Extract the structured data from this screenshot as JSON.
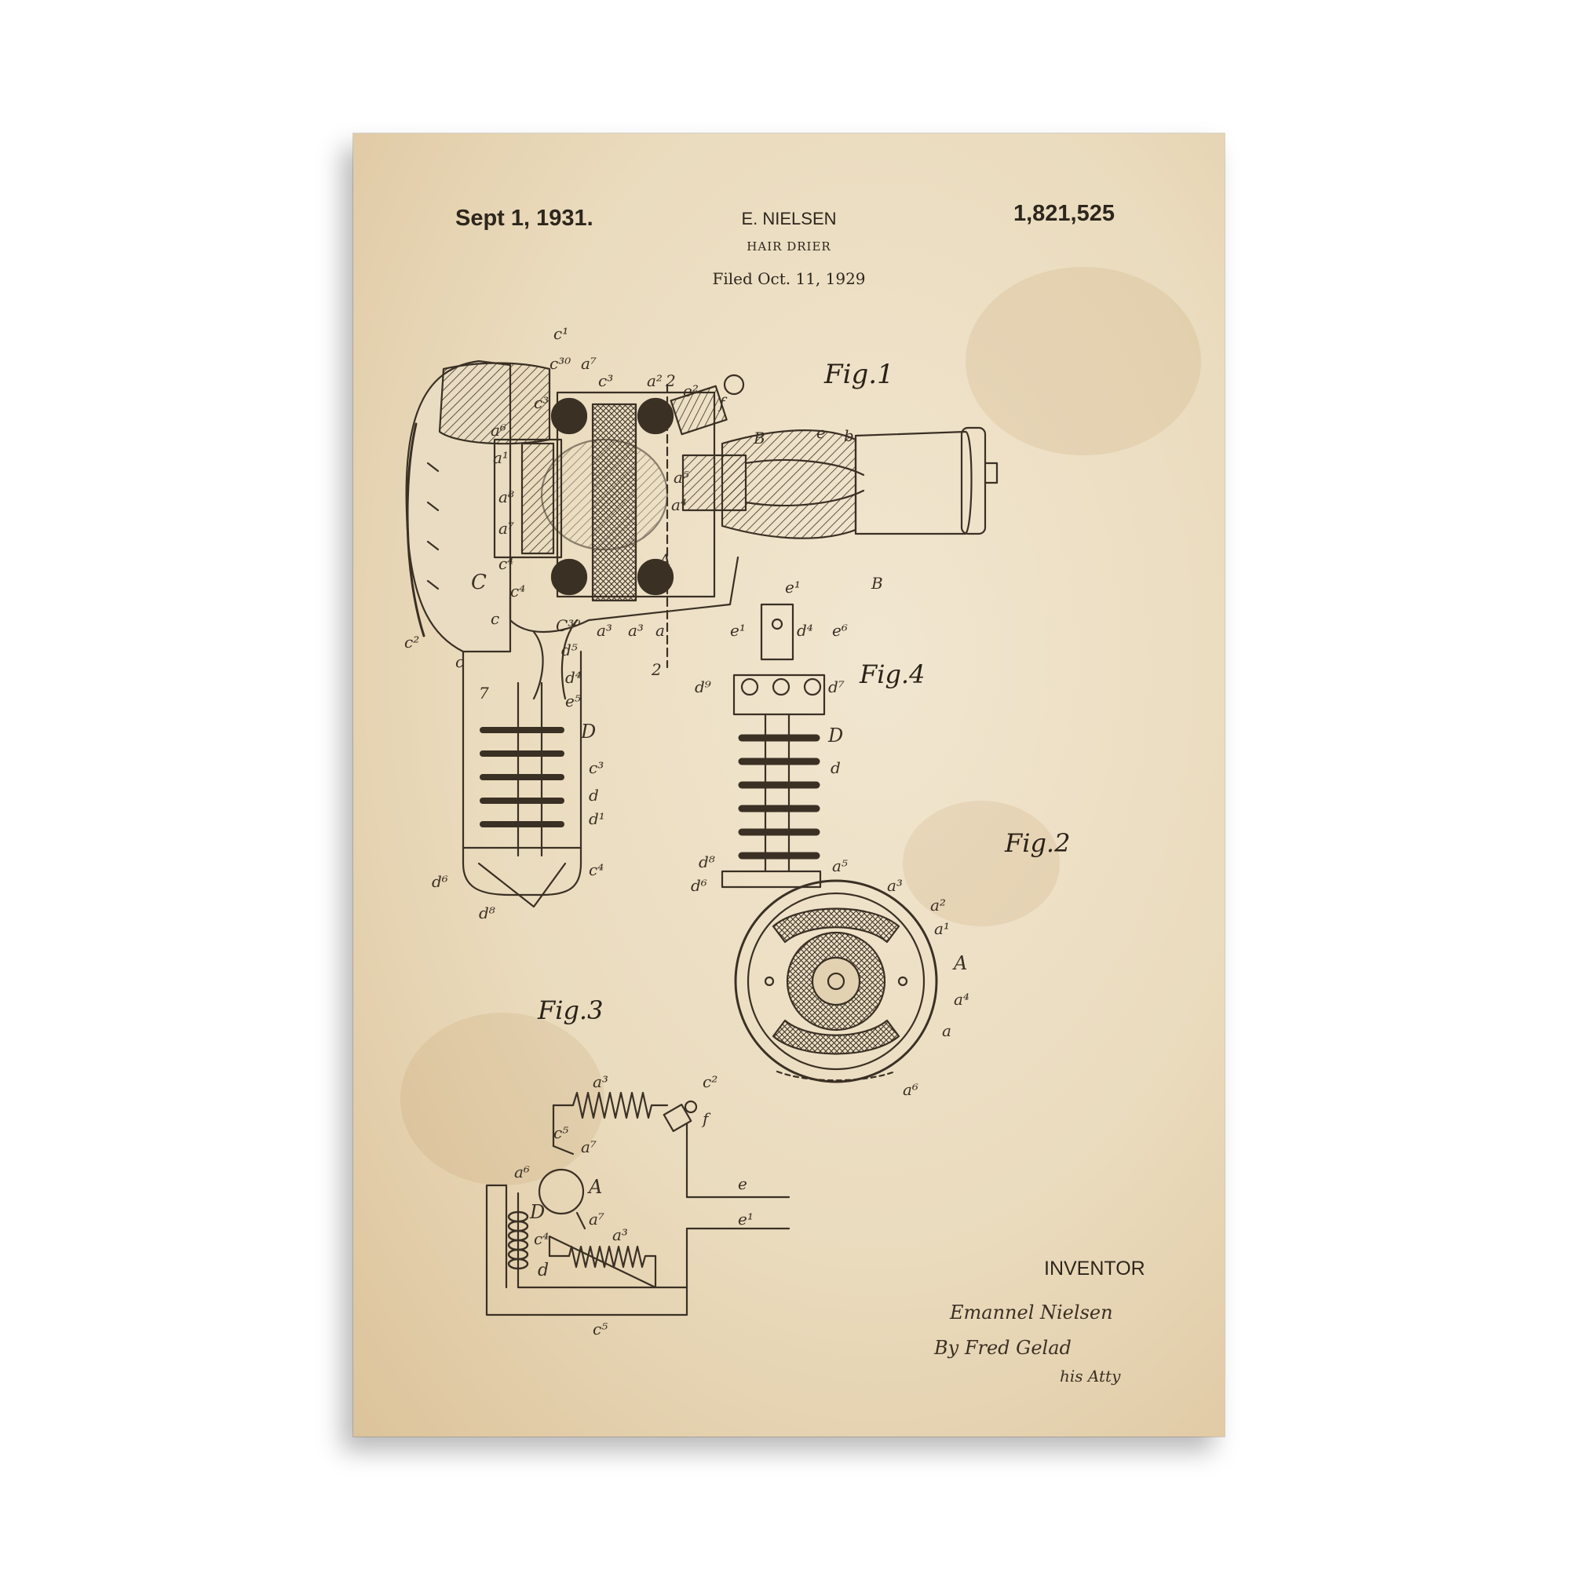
{
  "header": {
    "date": "Sept 1, 1931.",
    "inventor_name": "E. NIELSEN",
    "title": "HAIR DRIER",
    "filed": "Filed Oct. 11, 1929",
    "patent_number": "1,821,525"
  },
  "figures": {
    "fig1": "Fig.1",
    "fig2": "Fig.2",
    "fig3": "Fig.3",
    "fig4": "Fig.4"
  },
  "fig1_labels": [
    "c¹",
    "c³⁰",
    "a⁷",
    "c³",
    "a²",
    "2",
    "e²",
    "f",
    "a⁶",
    "c³",
    "a¹",
    "a⁸",
    "a⁷",
    "a⁵",
    "a⁴",
    "B",
    "e",
    "b",
    "C",
    "c⁴",
    "c⁴",
    "c",
    "A",
    "C³⁰",
    "a³",
    "a³",
    "a",
    "2",
    "e¹",
    "B",
    "c²",
    "c",
    "d⁵",
    "d⁴",
    "e⁵",
    "7",
    "D",
    "c³",
    "d",
    "d¹",
    "c⁴",
    "d⁶",
    "d⁸"
  ],
  "fig4_labels": [
    "e¹",
    "d⁴",
    "e⁶",
    "d⁹",
    "d⁷",
    "D",
    "d",
    "d⁸",
    "d⁶"
  ],
  "fig2_labels": [
    "a⁵",
    "a³",
    "a²",
    "a¹",
    "A",
    "a⁴",
    "a",
    "a⁶"
  ],
  "fig3_labels": [
    "a³",
    "c²",
    "f",
    "c⁵",
    "a⁷",
    "a⁶",
    "A",
    "a⁷",
    "D",
    "c⁴",
    "a³",
    "d",
    "e",
    "e¹",
    "c⁵"
  ],
  "footer": {
    "inventor_label": "INVENTOR",
    "signature_line1": "Emannel Nielsen",
    "signature_line2": "By Fred Gelad",
    "signature_line3": "his Atty"
  }
}
